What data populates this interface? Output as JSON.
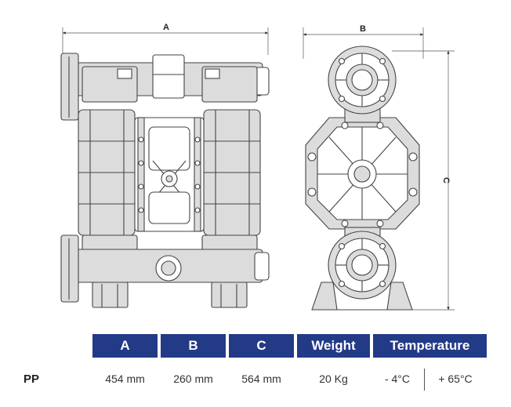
{
  "dimension_labels": {
    "a": "A",
    "b": "B",
    "c": "C"
  },
  "table": {
    "headers": [
      "A",
      "B",
      "C",
      "Weight",
      "Temperature"
    ],
    "row_label": "PP",
    "values": [
      "454 mm",
      "260 mm",
      "564 mm",
      "20 Kg"
    ],
    "temp_min": "- 4°C",
    "temp_max": "+ 65°C"
  },
  "colors": {
    "header_bg": "#233a86",
    "header_text": "#ffffff"
  }
}
